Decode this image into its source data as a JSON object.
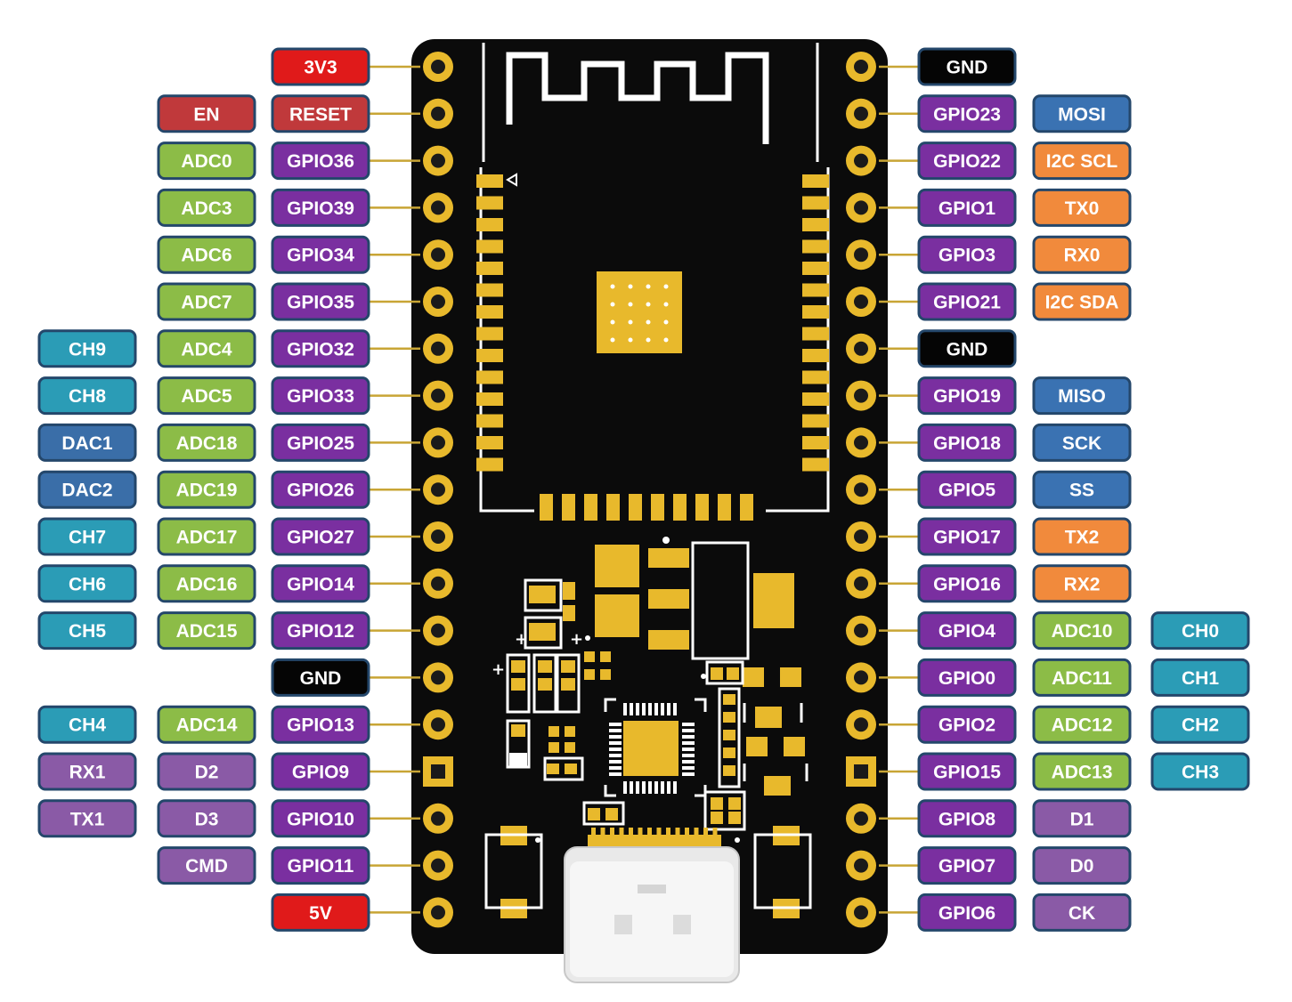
{
  "colors": {
    "power": "#e01a1a",
    "reset": "#c0393b",
    "ground": "#050505",
    "gpio": "#7a2fa0",
    "adc": "#8cbc47",
    "touch": "#2b9cb6",
    "dac": "#3a6ea8",
    "spi": "#3a72b2",
    "uart_i2c": "#f18a3c",
    "flash": "#8a5aa6",
    "label_border": "#24476b",
    "board": "#0b0b0b",
    "pad": "#e8b92c",
    "silk": "#ffffff"
  },
  "board": {
    "name": "ESP32 dev board (USB-C)",
    "left_pins": [
      {
        "labels": [
          {
            "text": "3V3",
            "kind": "power"
          }
        ]
      },
      {
        "labels": [
          {
            "text": "RESET",
            "kind": "reset"
          },
          {
            "text": "EN",
            "kind": "reset"
          }
        ]
      },
      {
        "labels": [
          {
            "text": "GPIO36",
            "kind": "gpio"
          },
          {
            "text": "ADC0",
            "kind": "adc"
          }
        ]
      },
      {
        "labels": [
          {
            "text": "GPIO39",
            "kind": "gpio"
          },
          {
            "text": "ADC3",
            "kind": "adc"
          }
        ]
      },
      {
        "labels": [
          {
            "text": "GPIO34",
            "kind": "gpio"
          },
          {
            "text": "ADC6",
            "kind": "adc"
          }
        ]
      },
      {
        "labels": [
          {
            "text": "GPIO35",
            "kind": "gpio"
          },
          {
            "text": "ADC7",
            "kind": "adc"
          }
        ]
      },
      {
        "labels": [
          {
            "text": "GPIO32",
            "kind": "gpio"
          },
          {
            "text": "ADC4",
            "kind": "adc"
          },
          {
            "text": "CH9",
            "kind": "touch"
          }
        ]
      },
      {
        "labels": [
          {
            "text": "GPIO33",
            "kind": "gpio"
          },
          {
            "text": "ADC5",
            "kind": "adc"
          },
          {
            "text": "CH8",
            "kind": "touch"
          }
        ]
      },
      {
        "labels": [
          {
            "text": "GPIO25",
            "kind": "gpio"
          },
          {
            "text": "ADC18",
            "kind": "adc"
          },
          {
            "text": "DAC1",
            "kind": "dac"
          }
        ]
      },
      {
        "labels": [
          {
            "text": "GPIO26",
            "kind": "gpio"
          },
          {
            "text": "ADC19",
            "kind": "adc"
          },
          {
            "text": "DAC2",
            "kind": "dac"
          }
        ]
      },
      {
        "labels": [
          {
            "text": "GPIO27",
            "kind": "gpio"
          },
          {
            "text": "ADC17",
            "kind": "adc"
          },
          {
            "text": "CH7",
            "kind": "touch"
          }
        ]
      },
      {
        "labels": [
          {
            "text": "GPIO14",
            "kind": "gpio"
          },
          {
            "text": "ADC16",
            "kind": "adc"
          },
          {
            "text": "CH6",
            "kind": "touch"
          }
        ]
      },
      {
        "labels": [
          {
            "text": "GPIO12",
            "kind": "gpio"
          },
          {
            "text": "ADC15",
            "kind": "adc"
          },
          {
            "text": "CH5",
            "kind": "touch"
          }
        ]
      },
      {
        "labels": [
          {
            "text": "GND",
            "kind": "ground"
          }
        ]
      },
      {
        "labels": [
          {
            "text": "GPIO13",
            "kind": "gpio"
          },
          {
            "text": "ADC14",
            "kind": "adc"
          },
          {
            "text": "CH4",
            "kind": "touch"
          }
        ]
      },
      {
        "labels": [
          {
            "text": "GPIO9",
            "kind": "gpio"
          },
          {
            "text": "D2",
            "kind": "flash"
          },
          {
            "text": "RX1",
            "kind": "flash"
          }
        ]
      },
      {
        "labels": [
          {
            "text": "GPIO10",
            "kind": "gpio"
          },
          {
            "text": "D3",
            "kind": "flash"
          },
          {
            "text": "TX1",
            "kind": "flash"
          }
        ]
      },
      {
        "labels": [
          {
            "text": "GPIO11",
            "kind": "gpio"
          },
          {
            "text": "CMD",
            "kind": "flash"
          }
        ]
      },
      {
        "labels": [
          {
            "text": "5V",
            "kind": "power"
          }
        ]
      }
    ],
    "right_pins": [
      {
        "labels": [
          {
            "text": "GND",
            "kind": "ground"
          }
        ]
      },
      {
        "labels": [
          {
            "text": "GPIO23",
            "kind": "gpio"
          },
          {
            "text": "MOSI",
            "kind": "spi"
          }
        ]
      },
      {
        "labels": [
          {
            "text": "GPIO22",
            "kind": "gpio"
          },
          {
            "text": "I2C SCL",
            "kind": "uart_i2c"
          }
        ]
      },
      {
        "labels": [
          {
            "text": "GPIO1",
            "kind": "gpio"
          },
          {
            "text": "TX0",
            "kind": "uart_i2c"
          }
        ]
      },
      {
        "labels": [
          {
            "text": "GPIO3",
            "kind": "gpio"
          },
          {
            "text": "RX0",
            "kind": "uart_i2c"
          }
        ]
      },
      {
        "labels": [
          {
            "text": "GPIO21",
            "kind": "gpio"
          },
          {
            "text": "I2C SDA",
            "kind": "uart_i2c"
          }
        ]
      },
      {
        "labels": [
          {
            "text": "GND",
            "kind": "ground"
          }
        ]
      },
      {
        "labels": [
          {
            "text": "GPIO19",
            "kind": "gpio"
          },
          {
            "text": "MISO",
            "kind": "spi"
          }
        ]
      },
      {
        "labels": [
          {
            "text": "GPIO18",
            "kind": "gpio"
          },
          {
            "text": "SCK",
            "kind": "spi"
          }
        ]
      },
      {
        "labels": [
          {
            "text": "GPIO5",
            "kind": "gpio"
          },
          {
            "text": "SS",
            "kind": "spi"
          }
        ]
      },
      {
        "labels": [
          {
            "text": "GPIO17",
            "kind": "gpio"
          },
          {
            "text": "TX2",
            "kind": "uart_i2c"
          }
        ]
      },
      {
        "labels": [
          {
            "text": "GPIO16",
            "kind": "gpio"
          },
          {
            "text": "RX2",
            "kind": "uart_i2c"
          }
        ]
      },
      {
        "labels": [
          {
            "text": "GPIO4",
            "kind": "gpio"
          },
          {
            "text": "ADC10",
            "kind": "adc"
          },
          {
            "text": "CH0",
            "kind": "touch"
          }
        ]
      },
      {
        "labels": [
          {
            "text": "GPIO0",
            "kind": "gpio"
          },
          {
            "text": "ADC11",
            "kind": "adc"
          },
          {
            "text": "CH1",
            "kind": "touch"
          }
        ]
      },
      {
        "labels": [
          {
            "text": "GPIO2",
            "kind": "gpio"
          },
          {
            "text": "ADC12",
            "kind": "adc"
          },
          {
            "text": "CH2",
            "kind": "touch"
          }
        ]
      },
      {
        "labels": [
          {
            "text": "GPIO15",
            "kind": "gpio"
          },
          {
            "text": "ADC13",
            "kind": "adc"
          },
          {
            "text": "CH3",
            "kind": "touch"
          }
        ]
      },
      {
        "labels": [
          {
            "text": "GPIO8",
            "kind": "gpio"
          },
          {
            "text": "D1",
            "kind": "flash"
          }
        ]
      },
      {
        "labels": [
          {
            "text": "GPIO7",
            "kind": "gpio"
          },
          {
            "text": "D0",
            "kind": "flash"
          }
        ]
      },
      {
        "labels": [
          {
            "text": "GPIO6",
            "kind": "gpio"
          },
          {
            "text": "CK",
            "kind": "flash"
          }
        ]
      }
    ]
  }
}
